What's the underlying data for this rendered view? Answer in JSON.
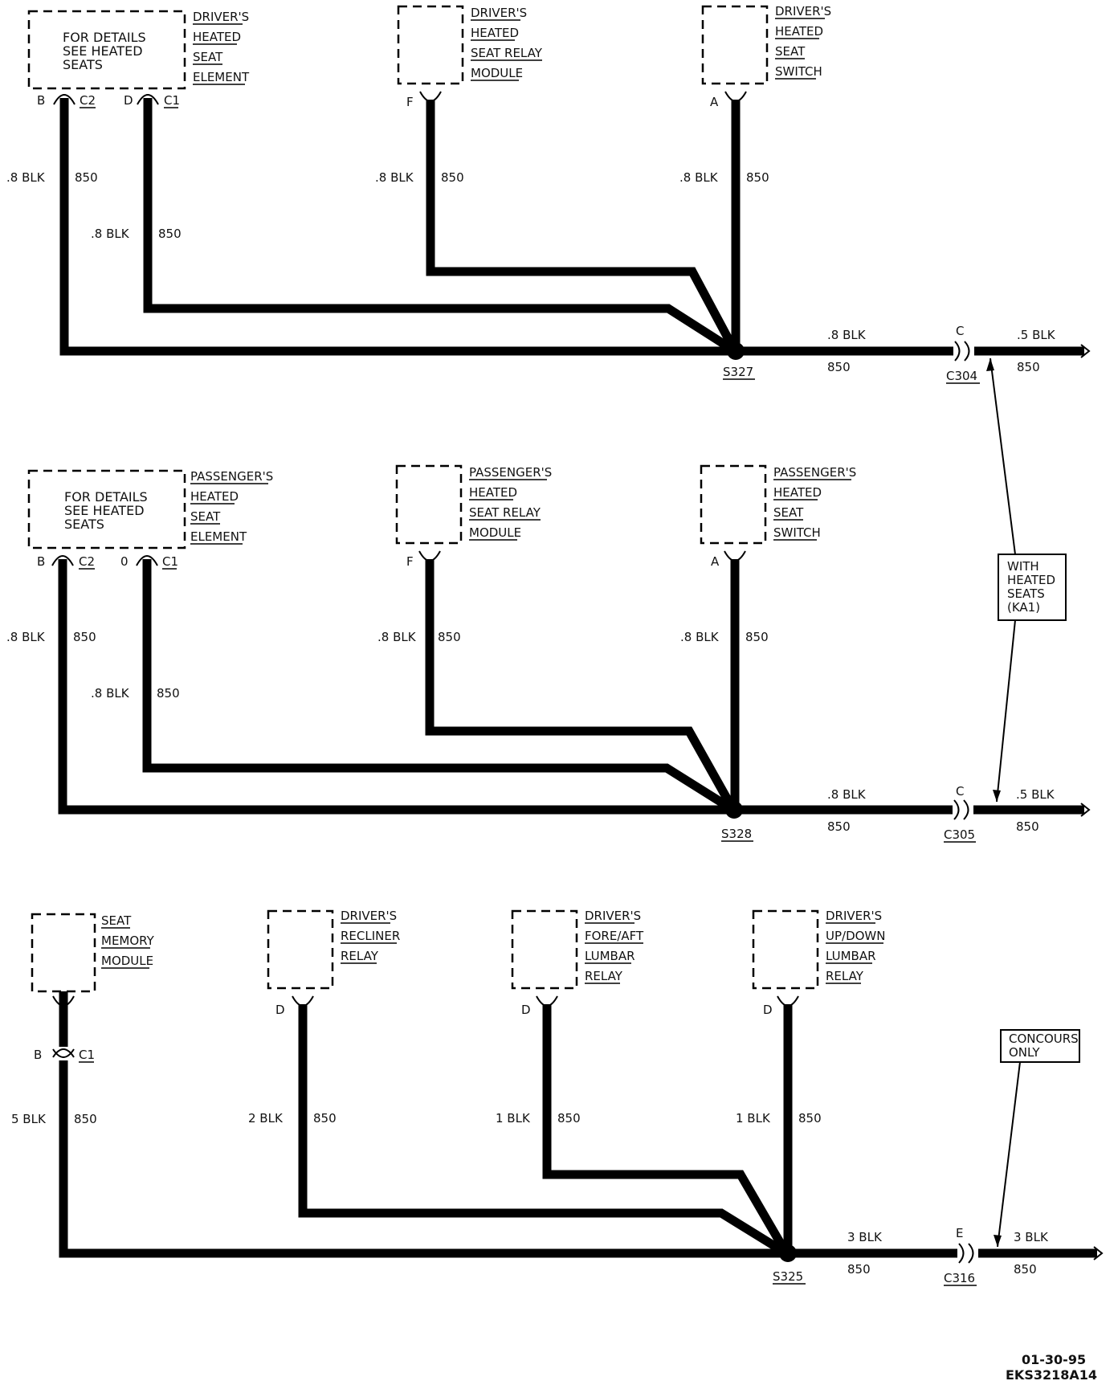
{
  "sections": [
    {
      "components": [
        {
          "box_lines": [
            "FOR DETAILS",
            "SEE HEATED",
            "SEATS"
          ],
          "name_lines": [
            "DRIVER'S",
            "HEATED",
            "SEAT",
            "ELEMENT"
          ]
        },
        {
          "box_lines": [],
          "name_lines": [
            "DRIVER'S",
            "HEATED",
            "SEAT RELAY",
            "MODULE"
          ]
        },
        {
          "box_lines": [],
          "name_lines": [
            "DRIVER'S",
            "HEATED",
            "SEAT",
            "SWITCH"
          ]
        }
      ],
      "wires": [
        {
          "pin": "B",
          "connector": "C2",
          "size_color": ".8 BLK",
          "circuit": "850"
        },
        {
          "pin": "D",
          "connector": "C1",
          "size_color": ".8 BLK",
          "circuit": "850"
        },
        {
          "pin": "F",
          "connector": "",
          "size_color": ".8 BLK",
          "circuit": "850"
        },
        {
          "pin": "A",
          "connector": "",
          "size_color": ".8 BLK",
          "circuit": "850"
        }
      ],
      "splice": "S327",
      "out1": {
        "size_color": ".8 BLK",
        "circuit": "850"
      },
      "connector": {
        "pin": "C",
        "id": "C304"
      },
      "out2": {
        "size_color": ".5 BLK",
        "circuit": "850"
      }
    },
    {
      "components": [
        {
          "box_lines": [
            "FOR DETAILS",
            "SEE HEATED",
            "SEATS"
          ],
          "name_lines": [
            "PASSENGER'S",
            "HEATED",
            "SEAT",
            "ELEMENT"
          ]
        },
        {
          "box_lines": [],
          "name_lines": [
            "PASSENGER'S",
            "HEATED",
            "SEAT RELAY",
            "MODULE"
          ]
        },
        {
          "box_lines": [],
          "name_lines": [
            "PASSENGER'S",
            "HEATED",
            "SEAT",
            "SWITCH"
          ]
        }
      ],
      "wires": [
        {
          "pin": "B",
          "connector": "C2",
          "size_color": ".8 BLK",
          "circuit": "850"
        },
        {
          "pin": "0",
          "connector": "C1",
          "size_color": ".8 BLK",
          "circuit": "850"
        },
        {
          "pin": "F",
          "connector": "",
          "size_color": ".8 BLK",
          "circuit": "850"
        },
        {
          "pin": "A",
          "connector": "",
          "size_color": ".8 BLK",
          "circuit": "850"
        }
      ],
      "splice": "S328",
      "out1": {
        "size_color": ".8 BLK",
        "circuit": "850"
      },
      "connector": {
        "pin": "C",
        "id": "C305"
      },
      "out2": {
        "size_color": ".5 BLK",
        "circuit": "850"
      }
    },
    {
      "components": [
        {
          "box_lines": [],
          "name_lines": [
            "SEAT",
            "MEMORY",
            "MODULE"
          ]
        },
        {
          "box_lines": [],
          "name_lines": [
            "DRIVER'S",
            "RECLINER",
            "RELAY"
          ]
        },
        {
          "box_lines": [],
          "name_lines": [
            "DRIVER'S",
            "FORE/AFT",
            "LUMBAR",
            "RELAY"
          ]
        },
        {
          "box_lines": [],
          "name_lines": [
            "DRIVER'S",
            "UP/DOWN",
            "LUMBAR",
            "RELAY"
          ]
        }
      ],
      "wires": [
        {
          "pin": "B",
          "connector": "C1",
          "size_color": "5 BLK",
          "circuit": "850"
        },
        {
          "pin": "D",
          "connector": "",
          "size_color": "2 BLK",
          "circuit": "850"
        },
        {
          "pin": "D",
          "connector": "",
          "size_color": "1 BLK",
          "circuit": "850"
        },
        {
          "pin": "D",
          "connector": "",
          "size_color": "1 BLK",
          "circuit": "850"
        }
      ],
      "splice": "S325",
      "out1": {
        "size_color": "3 BLK",
        "circuit": "850"
      },
      "connector": {
        "pin": "E",
        "id": "C316"
      },
      "out2": {
        "size_color": "3 BLK",
        "circuit": "850"
      }
    }
  ],
  "notes": [
    {
      "lines": [
        "WITH",
        "HEATED",
        "SEATS",
        "(KA1)"
      ]
    },
    {
      "lines": [
        "CONCOURS",
        "ONLY"
      ]
    }
  ],
  "footer": {
    "date": "01-30-95",
    "code": "EKS3218A14"
  }
}
